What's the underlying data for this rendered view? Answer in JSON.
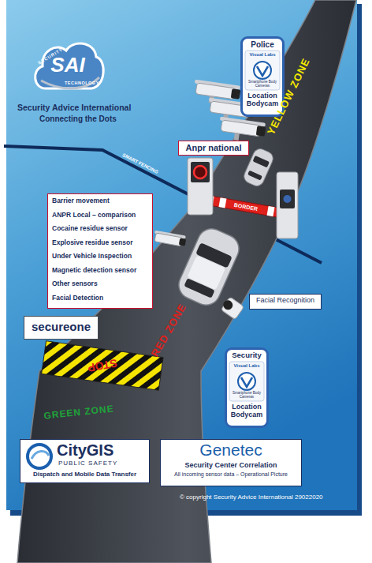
{
  "diagram": {
    "nodes": [
      {
        "text": [
          "SECURITY",
          "SAI",
          "TECHNOLOGY"
        ]
      },
      {
        "text": [
          "Police",
          "Visual Labs",
          "Smartphone Body Cameras",
          "Location Bodycam"
        ]
      },
      {
        "text": [
          "Anpr national"
        ]
      },
      {
        "text": [
          "Barrier movement",
          "ANPR Local – comparison",
          "Cocaine residue sensor",
          "Explosive residue sensor",
          "Under Vehicle Inspection",
          "Magnetic detection sensor",
          "Other sensors",
          "Facial Detection"
        ]
      },
      {
        "text": [
          "Facial Recognition"
        ]
      },
      {
        "text": [
          "secureone"
        ]
      },
      {
        "text": [
          "Security",
          "Visual Labs",
          "Smartphone Body Cameras",
          "Location Bodycam"
        ]
      },
      {
        "text": [
          "CityGIS",
          "PUBLIC SAFETY",
          "Dispatch and Mobile Data Transfer"
        ]
      },
      {
        "text": [
          "Genetec",
          "Security Center Correlation",
          "All incoming sensor data – Operational Picture"
        ]
      }
    ],
    "labels": [
      "Security Advice International",
      "Connecting the Dots",
      "SMART FENCING",
      "YELLOW ZONE",
      "BORDER",
      "RED ZONE",
      "STOP",
      "GREEN ZONE",
      "© copyright Security Advice International 29022020"
    ]
  }
}
